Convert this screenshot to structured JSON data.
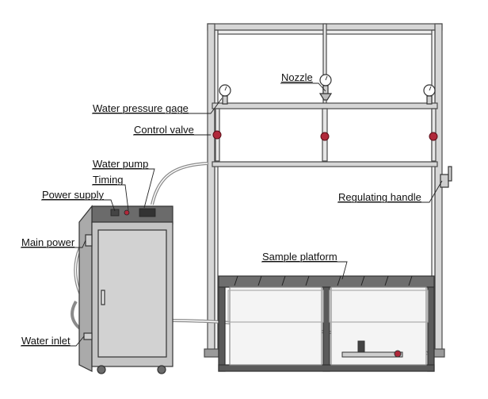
{
  "diagram": {
    "labels": {
      "nozzle": "Nozzle",
      "water_pressure_gage": "Water pressure gage",
      "control_valve": "Control valve",
      "water_pump": "Water pump",
      "timing": "Timing",
      "power_supply": "Power supply",
      "regulating_handle": "Regulating handle",
      "main_power": "Main power",
      "sample_platform": "Sample platform",
      "water_inlet": "Water inlet"
    },
    "colors": {
      "frame": "#d6d6d6",
      "frame_edge": "#4a4a4a",
      "cabinet": "#c4c4c4",
      "cabinet_top": "#6b6b6b",
      "valve": "#b0283a",
      "platform_dark": "#5a5a5a",
      "leader": "#222222"
    }
  }
}
